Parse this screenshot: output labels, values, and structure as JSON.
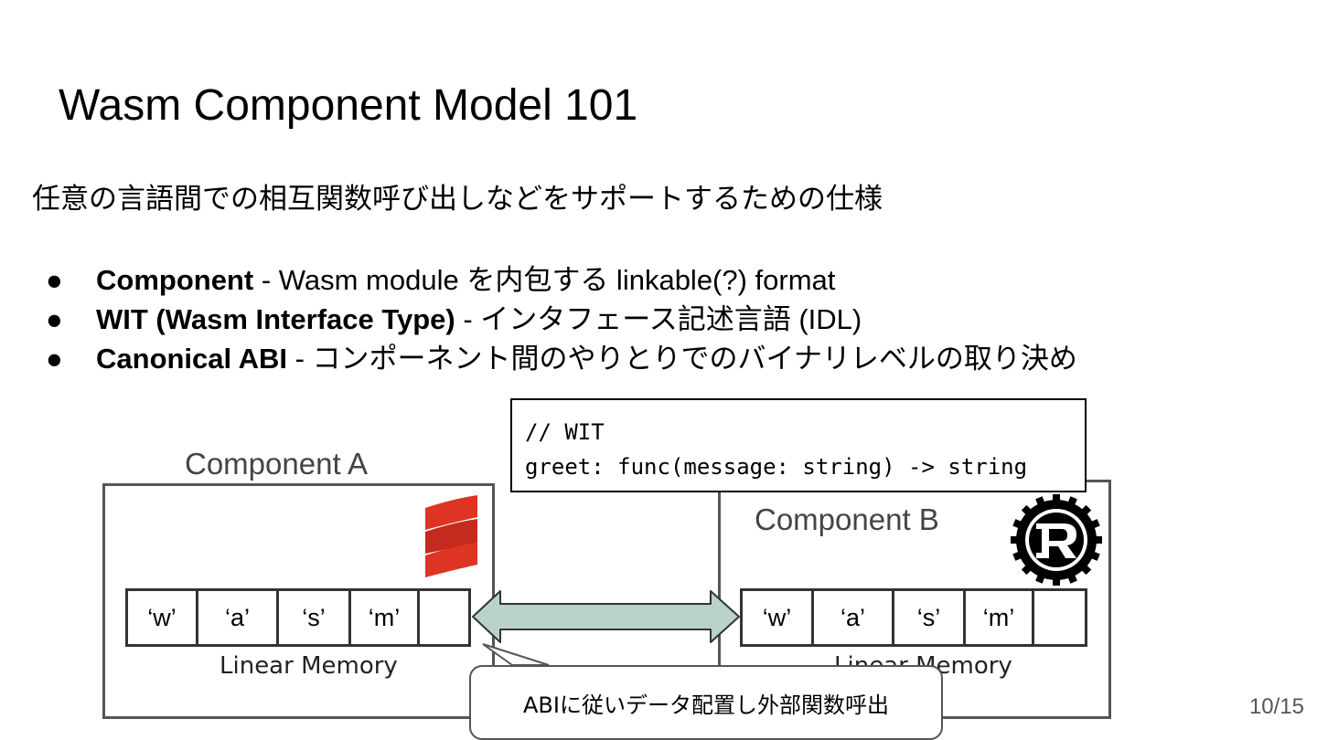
{
  "slide": {
    "title": "Wasm Component Model 101",
    "subtitle": "任意の言語間での相互関数呼び出しなどをサポートするための仕様",
    "bullets": [
      {
        "term": "Component",
        "desc": " - Wasm module を内包する linkable(?) format"
      },
      {
        "term": "WIT (Wasm Interface Type)",
        "desc": " - インタフェース記述言語 (IDL)"
      },
      {
        "term": "Canonical ABI",
        "desc": " - コンポーネント間のやりとりでのバイナリレベルの取り決め"
      }
    ],
    "bullet_symbol": "●",
    "page_number": "10/15"
  },
  "diagram": {
    "component_a": {
      "label": "Component A",
      "logo": "scala-logo-icon",
      "memory_cells": [
        "‘w’",
        "‘a’",
        "‘s’",
        "‘m’",
        ""
      ],
      "memory_label": "Linear Memory"
    },
    "component_b": {
      "label": "Component B",
      "logo": "rust-logo-icon",
      "memory_cells": [
        "‘w’",
        "‘a’",
        "‘s’",
        "‘m’",
        ""
      ],
      "memory_label": "Linear Memory"
    },
    "wit_code": {
      "line1": "// WIT",
      "line2": "greet: func(message: string) -> string"
    },
    "abi_note": "ABIに従いデータ配置し外部関数呼出",
    "arrow_color": "#b9d3c9",
    "scala_color": "#de3423",
    "rust_color": "#000000"
  }
}
